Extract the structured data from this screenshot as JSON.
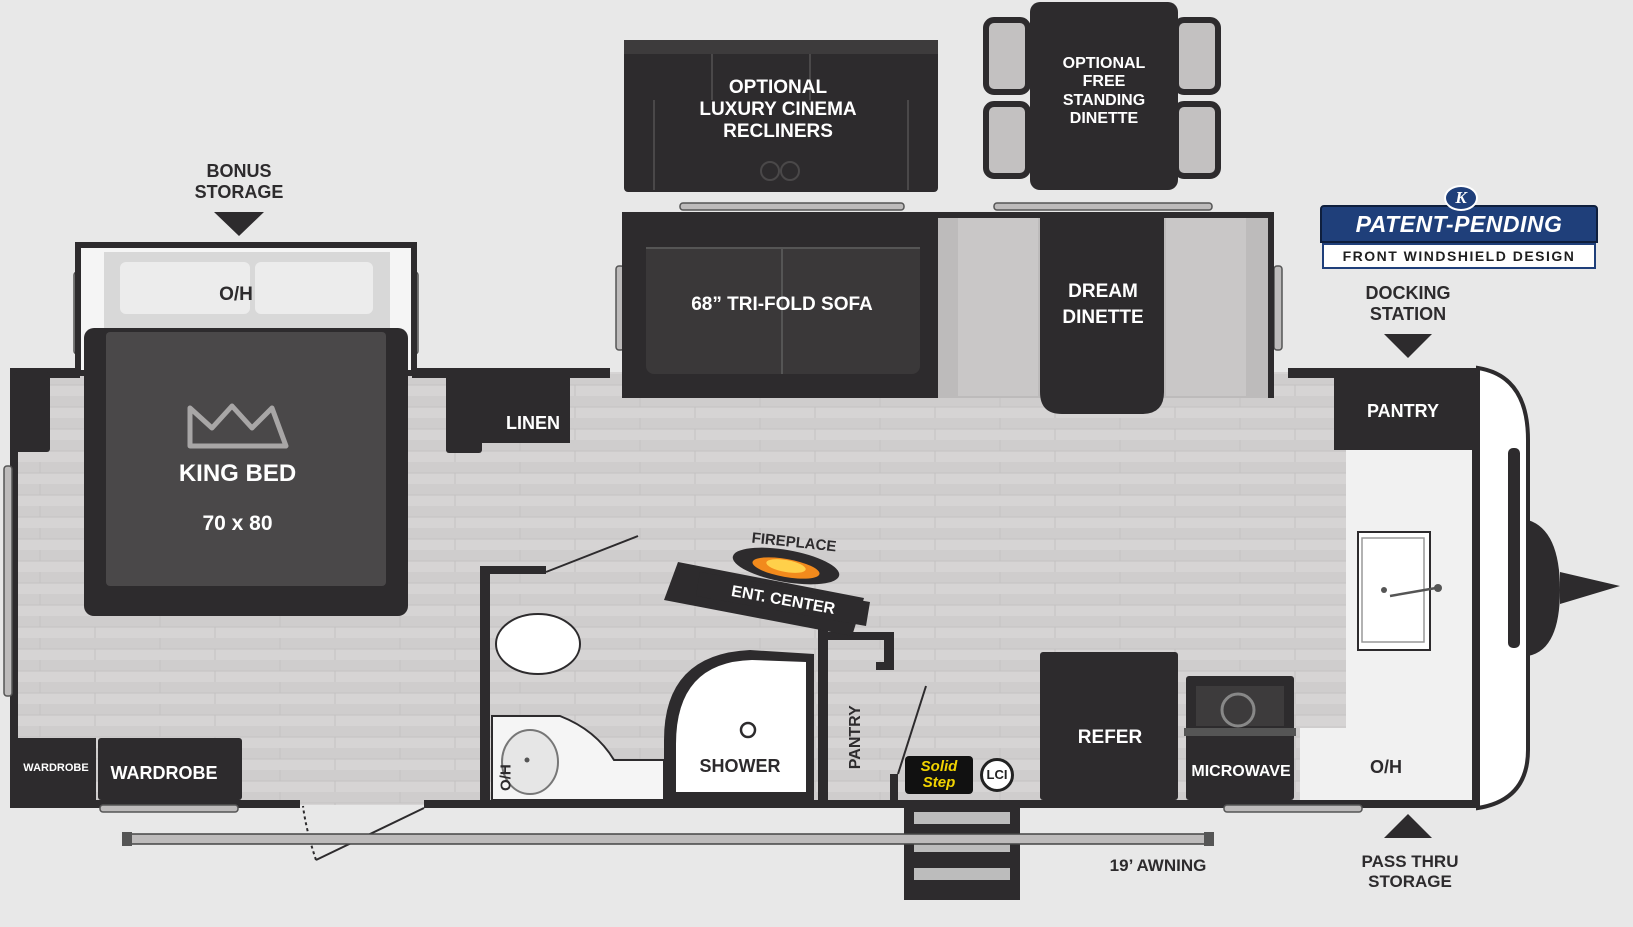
{
  "labels": {
    "bonus_storage": "BONUS\nSTORAGE",
    "bed_oh": "O/H",
    "king_bed": "KING BED",
    "bed_size": "70 x 80",
    "wardrobe_small": "WARDROBE",
    "wardrobe": "WARDROBE",
    "linen": "LINEN",
    "recliners": "OPTIONAL\nLUXURY CINEMA\nRECLINERS",
    "free_dinette": "OPTIONAL\nFREE\nSTANDING\nDINETTE",
    "sofa": "68” TRI-FOLD SOFA",
    "dream_dinette": "DREAM\nDINETTE",
    "docking_station": "DOCKING\nSTATION",
    "pantry_front": "PANTRY",
    "fireplace": "FIREPLACE",
    "ent_center": "ENT. CENTER",
    "shower": "SHOWER",
    "pantry_bath": "PANTRY",
    "bath_oh": "O/H",
    "refer": "REFER",
    "microwave": "MICROWAVE",
    "kitchen_oh": "O/H",
    "awning": "19’ AWNING",
    "pass_thru": "PASS THRU\nSTORAGE"
  },
  "badge": {
    "logo": "K",
    "title": "PATENT-PENDING DESIGN",
    "subtitle": "FRONT WINDSHIELD DESIGN"
  },
  "solid_step": {
    "text": "Solid\nStep",
    "mark": "LCI"
  },
  "colors": {
    "background": "#e8e8e8",
    "furniture": "#2d2b2d",
    "floor": "#d4d2d2",
    "brand_blue": "#1f3f7a",
    "solid_step_yellow": "#f2d400"
  }
}
